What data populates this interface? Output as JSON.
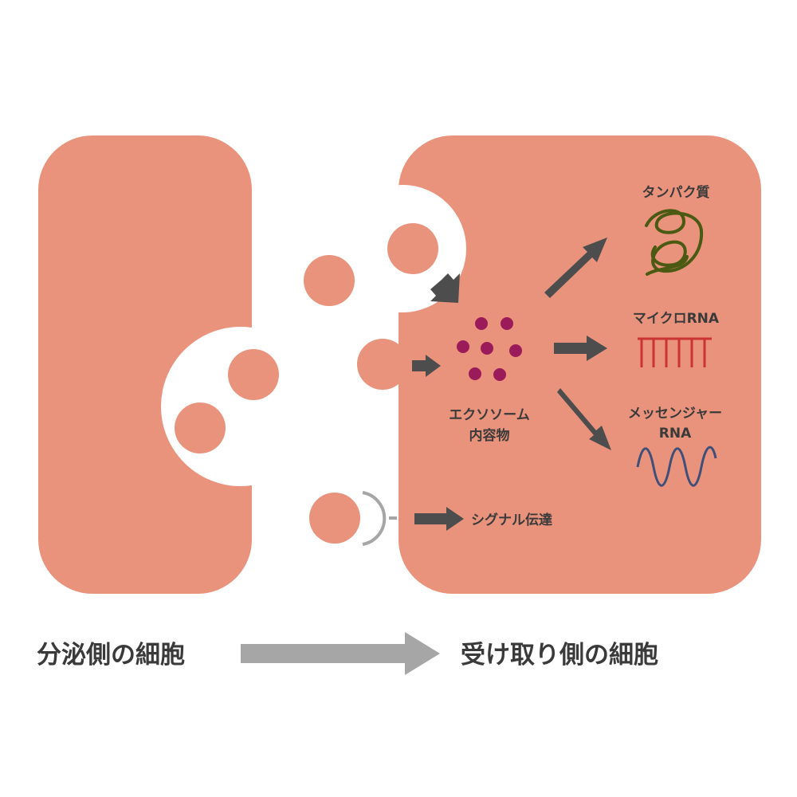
{
  "colors": {
    "cell": "#e9937c",
    "background": "#ffffff",
    "arrow_dark": "#4d4d4d",
    "arrow_gray": "#a6a6a6",
    "exosome_content": "#9b1b5a",
    "protein": "#4b5a12",
    "micro_rna": "#cc3333",
    "messenger_rna": "#3f4f7a",
    "receptor": "#a6a6a6",
    "text": "#3a3a3a"
  },
  "labels": {
    "protein": "タンパク質",
    "micro_rna": "マイクロRNA",
    "messenger_rna_line1": "メッセンジャー",
    "messenger_rna_line2": "RNA",
    "exosome_line1": "エクソソーム",
    "exosome_line2": "内容物",
    "signal": "シグナル伝達",
    "secreting_cell": "分泌側の細胞",
    "receiving_cell": "受け取り側の細胞"
  },
  "icons": {
    "protein": "tangled-coil-icon",
    "micro_rna": "comb-strand-icon",
    "messenger_rna": "wave-strand-icon",
    "receptor": "bracket-receptor-icon"
  }
}
